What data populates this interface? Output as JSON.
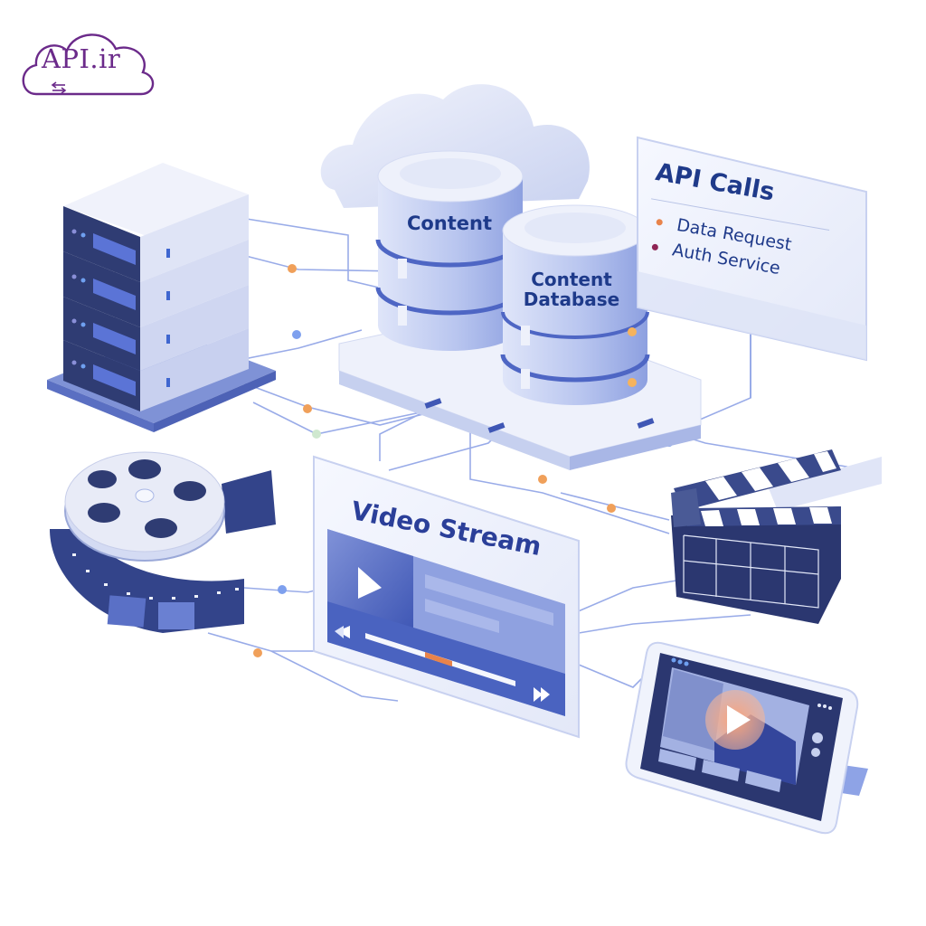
{
  "logo": {
    "text": "API.ir",
    "icon": "cloud-sync-icon",
    "color": "#6b2a8a"
  },
  "databases": [
    {
      "label": "Content"
    },
    {
      "label_line1": "Content",
      "label_line2": "Database"
    }
  ],
  "api_panel": {
    "title": "API Calls",
    "items": [
      {
        "label": "Data Request",
        "bullet_color": "#e8834a"
      },
      {
        "label": "Auth Service",
        "bullet_color": "#8e2454"
      }
    ]
  },
  "video_panel": {
    "title": "Video Stream",
    "controls": [
      "rewind-icon",
      "play-icon",
      "fast-forward-icon"
    ],
    "progress_marker_color": "#e8834a"
  },
  "illustrations": [
    "server-rack-icon",
    "cloud-icon",
    "film-reel-icon",
    "clapperboard-icon",
    "tablet-player-icon"
  ],
  "colors": {
    "primary": "#3f57b5",
    "light": "#e6eaf8",
    "mid": "#a9b7e6",
    "dark": "#243266",
    "accent_orange": "#f0a05a",
    "text_navy": "#1f3a8a"
  }
}
